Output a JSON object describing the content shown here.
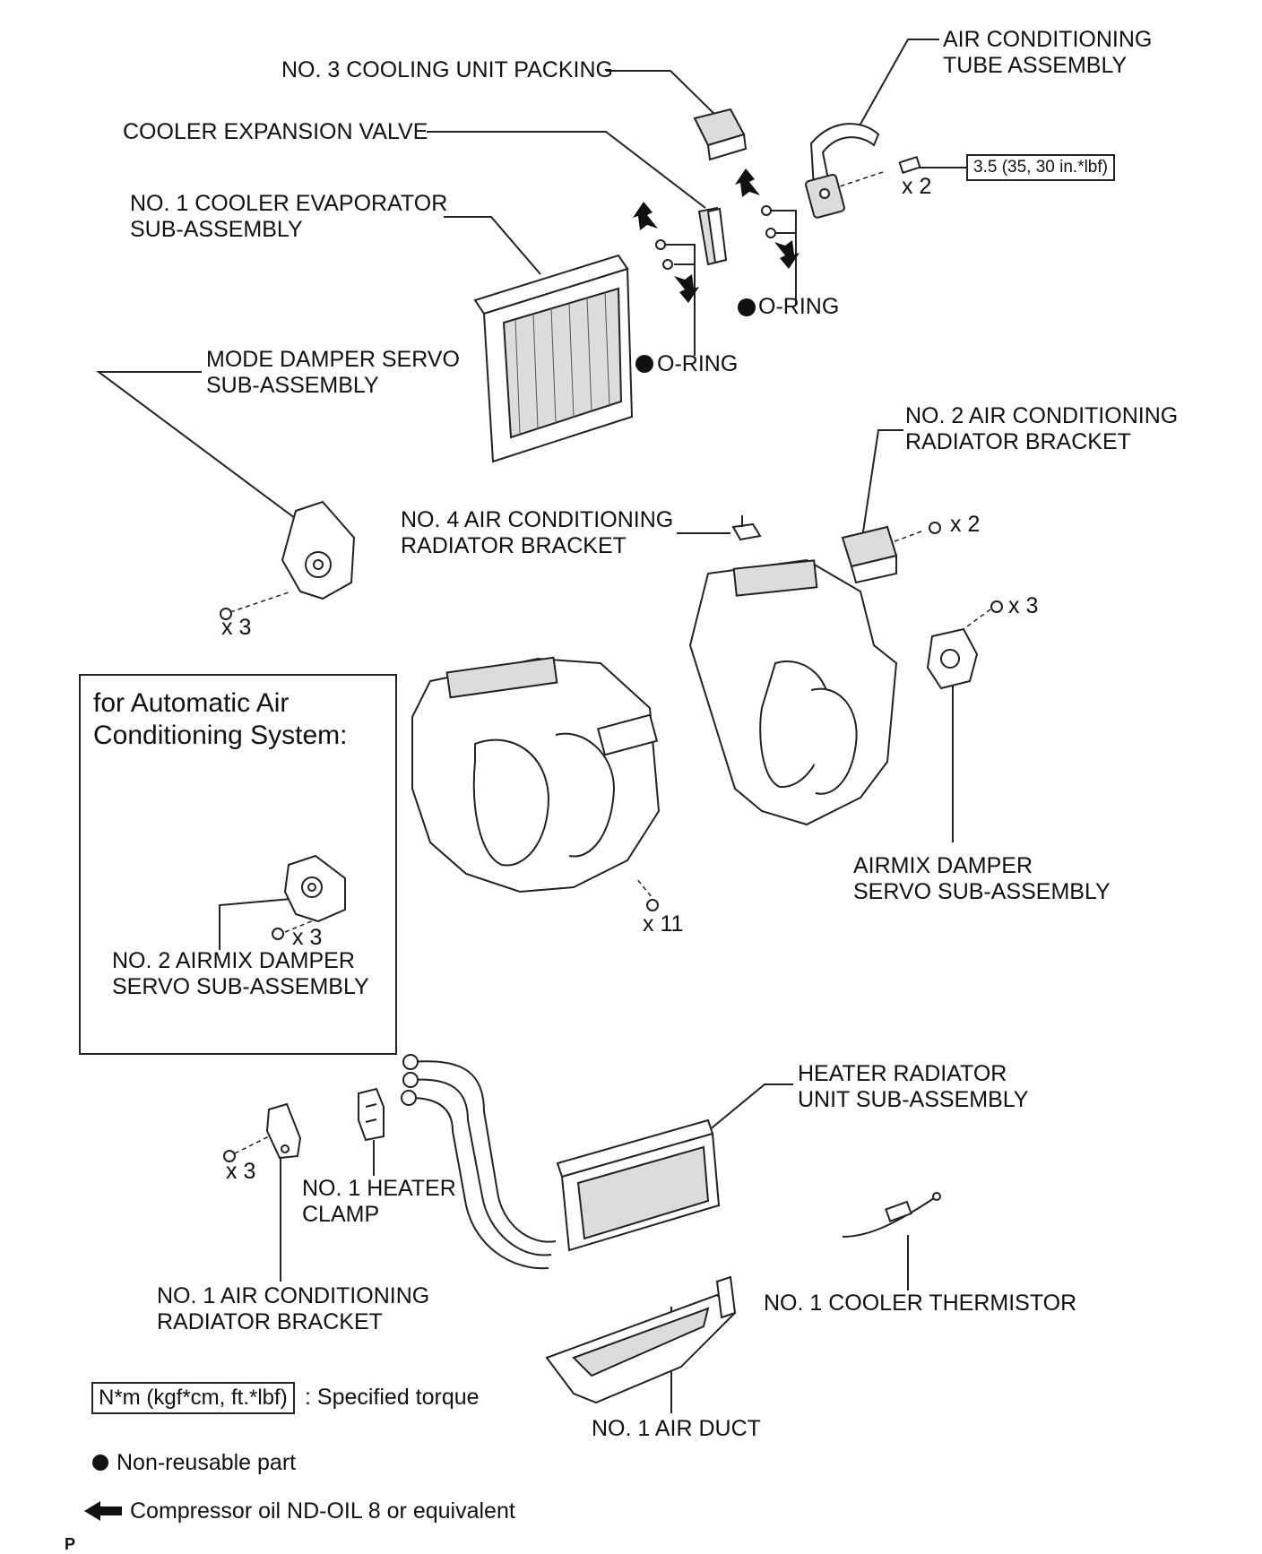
{
  "labels": {
    "cooling_unit_packing": "NO. 3 COOLING UNIT PACKING",
    "ac_tube_line1": "AIR CONDITIONING",
    "ac_tube_line2": "TUBE ASSEMBLY",
    "expansion_valve": "COOLER EXPANSION VALVE",
    "evaporator_line1": "NO. 1 COOLER EVAPORATOR",
    "evaporator_line2": "SUB-ASSEMBLY",
    "o_ring_right": "O-RING",
    "o_ring_left": "O-RING",
    "mode_servo_line1": "MODE DAMPER SERVO",
    "mode_servo_line2": "SUB-ASSEMBLY",
    "no2_bracket_line1": "NO. 2 AIR CONDITIONING",
    "no2_bracket_line2": "RADIATOR BRACKET",
    "no4_bracket_line1": "NO. 4 AIR CONDITIONING",
    "no4_bracket_line2": "RADIATOR BRACKET",
    "airmix_line1": "AIRMIX DAMPER",
    "airmix_line2": "SERVO SUB-ASSEMBLY",
    "no2_airmix_line1": "NO. 2 AIRMIX DAMPER",
    "no2_airmix_line2": "SERVO SUB-ASSEMBLY",
    "heater_radiator_line1": "HEATER RADIATOR",
    "heater_radiator_line2": "UNIT SUB-ASSEMBLY",
    "heater_clamp_line1": "NO. 1 HEATER",
    "heater_clamp_line2": "CLAMP",
    "no1_bracket_line1": "NO. 1 AIR CONDITIONING",
    "no1_bracket_line2": "RADIATOR BRACKET",
    "thermistor": "NO. 1 COOLER THERMISTOR",
    "air_duct": "NO. 1 AIR DUCT"
  },
  "auto_box": {
    "title_line1": "for Automatic Air",
    "title_line2": "Conditioning System:"
  },
  "quantities": {
    "tube_bolts": "x 2",
    "no2_bracket_screws": "x 2",
    "mode_servo_screws": "x 3",
    "airmix_screws": "x 3",
    "no2_airmix_screws": "x 3",
    "case_screws": "x 11",
    "no1_bracket_screws": "x 3"
  },
  "torque_spec": "3.5 (35, 30 in.*lbf)",
  "legend": {
    "torque_box": "N*m (kgf*cm, ft.*lbf)",
    "torque_text": ": Specified torque",
    "nonreusable_text": "Non-reusable part",
    "oil_text": "Compressor oil ND-OIL 8 or equivalent"
  },
  "page_code": "P",
  "colors": {
    "ink": "#111111",
    "shade": "#dcdcdc"
  }
}
